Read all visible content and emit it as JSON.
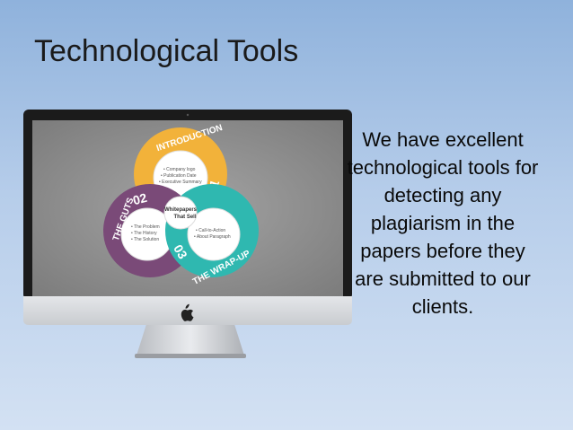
{
  "slide": {
    "title": "Technological Tools",
    "body": "We have excellent technological tools for detecting any plagiarism in the papers before they are submitted to our clients."
  },
  "monitor": {
    "logo": "apple-logo-icon"
  },
  "infographic": {
    "center_line1": "Whitepapers",
    "center_line2": "That Sell",
    "sections": [
      {
        "number": "01",
        "label": "INTRODUCTION",
        "color": "#f2b23a",
        "bullets": [
          "• Company logo",
          "• Publication Date",
          "• Executive Summary"
        ]
      },
      {
        "number": "02",
        "label": "THE GUTS",
        "color": "#7a4a78",
        "bullets": [
          "• The Problem",
          "• The History",
          "• The Solution"
        ]
      },
      {
        "number": "03",
        "label": "THE WRAP-UP",
        "color": "#2fb8b0",
        "bullets": [
          "• Call-to-Action",
          "• About Paragraph"
        ]
      }
    ]
  }
}
